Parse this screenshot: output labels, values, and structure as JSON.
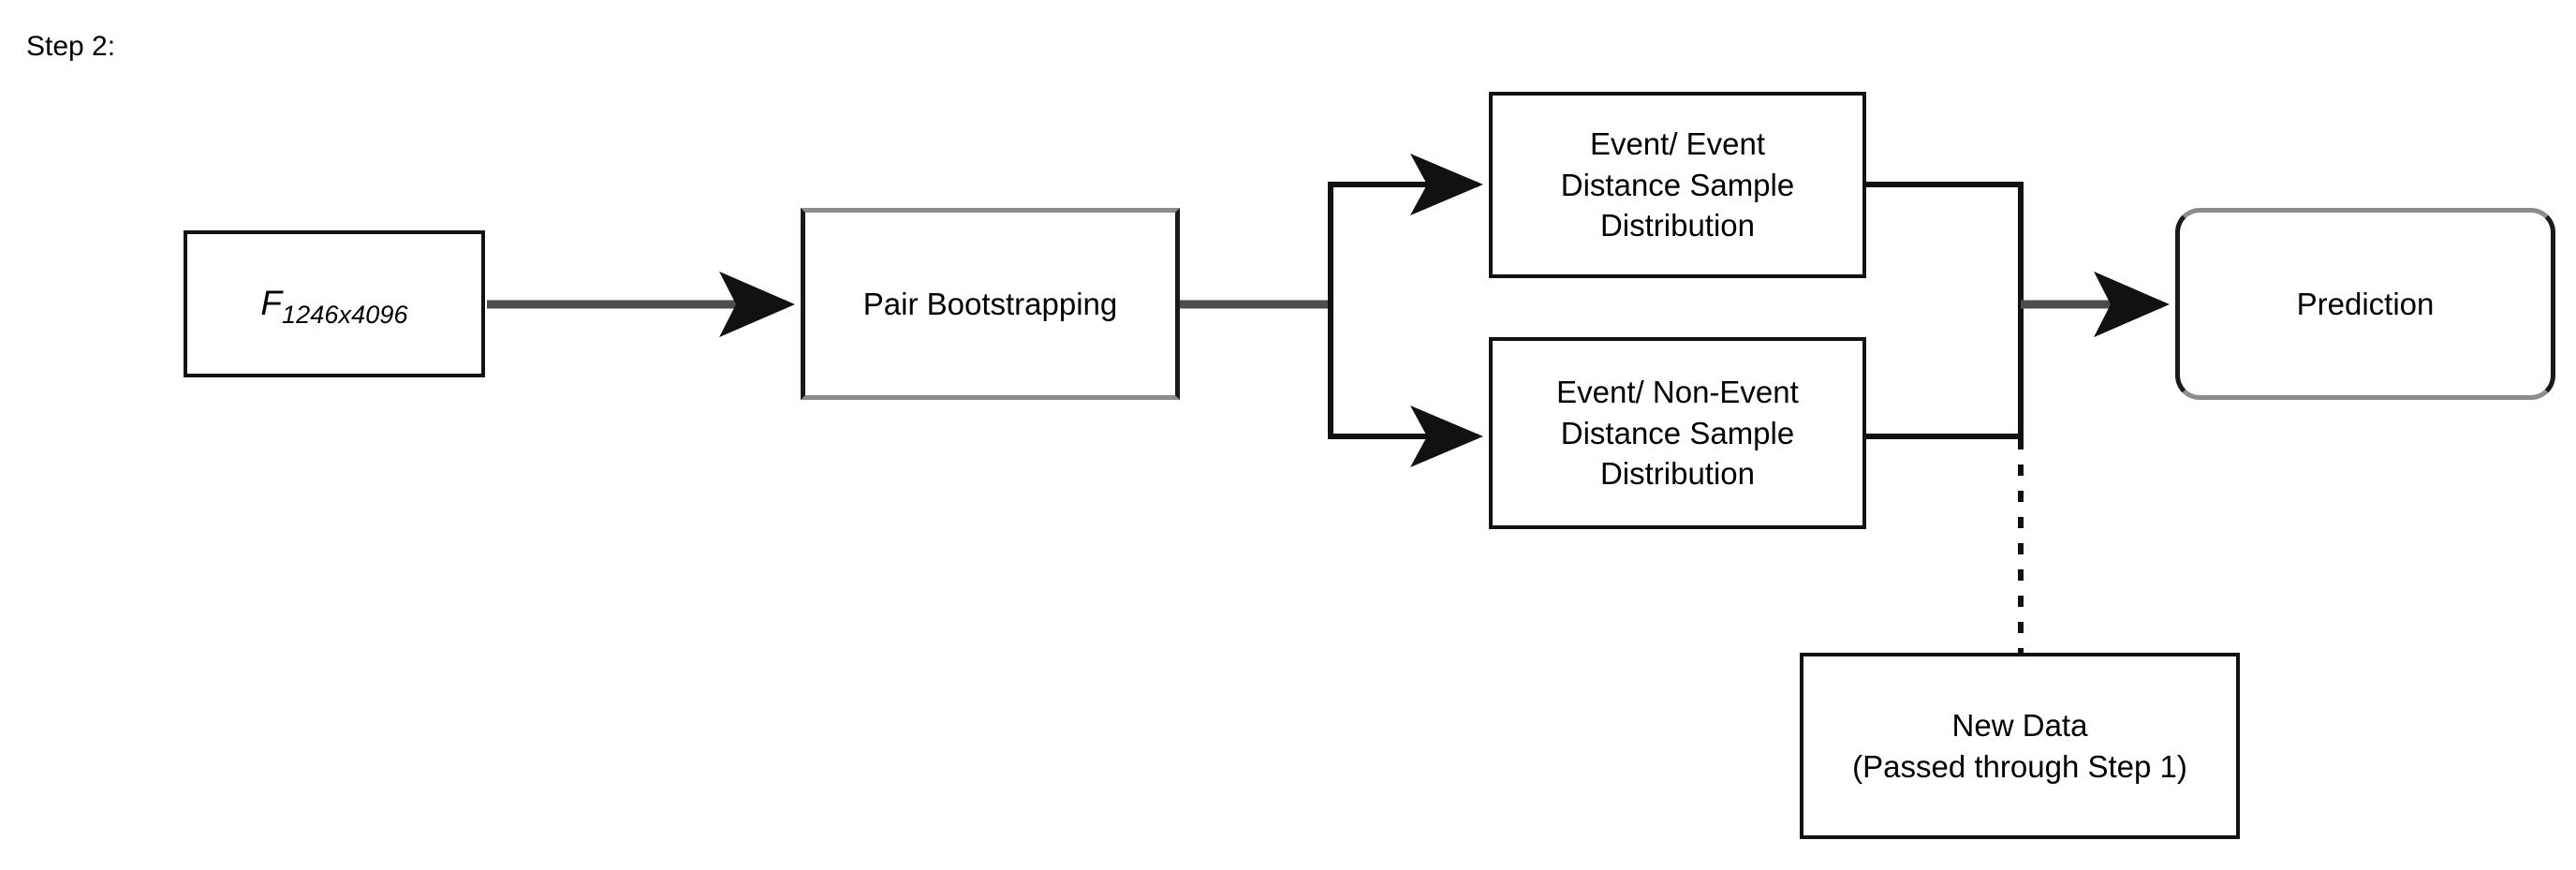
{
  "diagram": {
    "step_label": "Step 2:",
    "colors": {
      "background": "#ffffff",
      "node_fill": "#ffffff",
      "node_stroke_dark": "#1a1a1a",
      "node_stroke_grey": "#8c8c8c",
      "edge_thick": "#4d4d4d",
      "edge_thin": "#000000",
      "text": "#000000"
    },
    "nodes": {
      "feature": {
        "symbol": "F",
        "subscript": "1246x4096",
        "shape": "rectangle"
      },
      "bootstrap": {
        "label": "Pair Bootstrapping",
        "shape": "rectangle"
      },
      "event_event": {
        "label": "Event/ Event\nDistance Sample\nDistribution",
        "shape": "rectangle"
      },
      "event_nonevent": {
        "label": "Event/ Non-Event\nDistance Sample\nDistribution",
        "shape": "rectangle"
      },
      "prediction": {
        "label": "Prediction",
        "shape": "rounded-rectangle"
      },
      "new_data": {
        "label": "New Data\n(Passed through Step 1)",
        "shape": "rectangle"
      }
    },
    "edges": [
      {
        "name": "feature-to-bootstrap",
        "from": "feature",
        "to": "bootstrap",
        "style": "solid-thick",
        "arrow": true
      },
      {
        "name": "bootstrap-split",
        "from": "bootstrap",
        "to": "split-junction",
        "style": "solid-thick",
        "arrow": false
      },
      {
        "name": "split-to-event-event",
        "from": "split-junction",
        "to": "event_event",
        "style": "solid-thin",
        "arrow": true
      },
      {
        "name": "split-to-event-nonevent",
        "from": "split-junction",
        "to": "event_nonevent",
        "style": "solid-thin",
        "arrow": true
      },
      {
        "name": "event-event-to-merge",
        "from": "event_event",
        "to": "merge-junction",
        "style": "solid-thin",
        "arrow": false
      },
      {
        "name": "event-nonevent-to-merge",
        "from": "event_nonevent",
        "to": "merge-junction",
        "style": "solid-thin",
        "arrow": false
      },
      {
        "name": "merge-to-prediction",
        "from": "merge-junction",
        "to": "prediction",
        "style": "solid-thick",
        "arrow": true
      },
      {
        "name": "new-data-to-merge",
        "from": "new_data",
        "to": "merge-junction",
        "style": "dashed",
        "arrow": false
      }
    ]
  }
}
